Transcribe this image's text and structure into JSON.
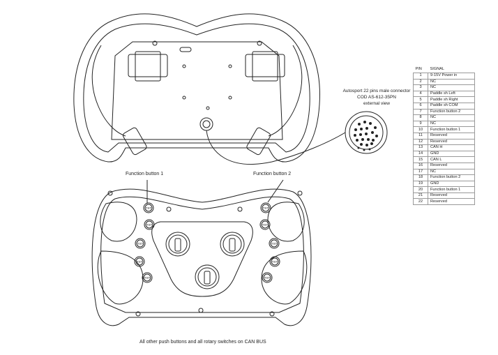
{
  "labels": {
    "function_button_1": "Function button 1",
    "function_button_2": "Function button 2",
    "footer_note": "All other push buttons and all rotary switches on CAN BUS",
    "button_text": "TXT"
  },
  "connector": {
    "line1": "Autosport 22 pins male connector",
    "line2": "COD AS-612-35PN",
    "line3": "external view"
  },
  "pin_table": {
    "headers": [
      "PIN",
      "SIGNAL"
    ],
    "rows": [
      {
        "pin": "1",
        "signal": "9-15V Power in"
      },
      {
        "pin": "2",
        "signal": "NC"
      },
      {
        "pin": "3",
        "signal": "NC"
      },
      {
        "pin": "4",
        "signal": "Paddle sh Left"
      },
      {
        "pin": "5",
        "signal": "Paddle sh Right"
      },
      {
        "pin": "6",
        "signal": "Paddle sh COM"
      },
      {
        "pin": "7",
        "signal": "Function button 2"
      },
      {
        "pin": "8",
        "signal": "NC"
      },
      {
        "pin": "9",
        "signal": "NC"
      },
      {
        "pin": "10",
        "signal": "Function button 1"
      },
      {
        "pin": "11",
        "signal": "Reserved"
      },
      {
        "pin": "12",
        "signal": "Reserved"
      },
      {
        "pin": "13",
        "signal": "CAN H"
      },
      {
        "pin": "14",
        "signal": "GND"
      },
      {
        "pin": "15",
        "signal": "CAN L"
      },
      {
        "pin": "16",
        "signal": "Reserved"
      },
      {
        "pin": "17",
        "signal": "NC"
      },
      {
        "pin": "18",
        "signal": "Function button 2"
      },
      {
        "pin": "19",
        "signal": "GND"
      },
      {
        "pin": "20",
        "signal": "Function button 1"
      },
      {
        "pin": "21",
        "signal": "Reserved"
      },
      {
        "pin": "22",
        "signal": "Reserved"
      }
    ]
  }
}
